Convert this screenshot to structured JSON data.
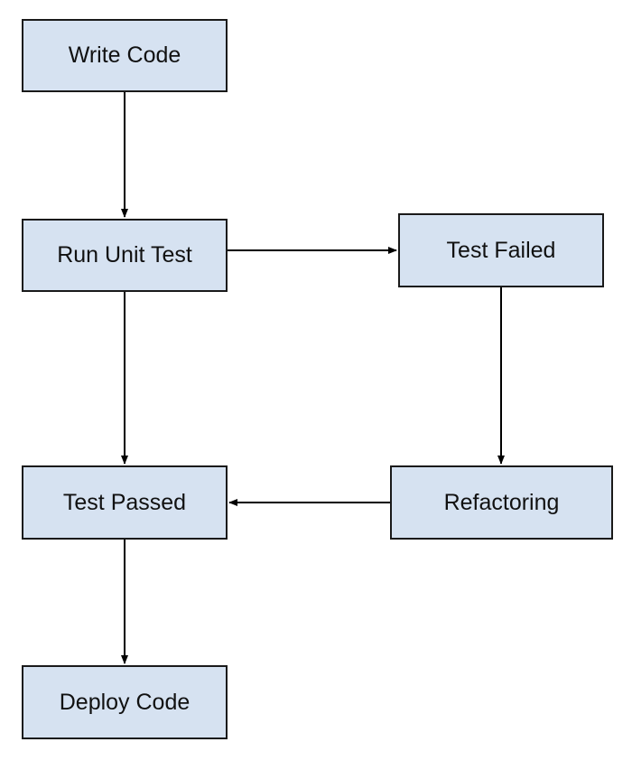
{
  "nodes": {
    "write_code": "Write Code",
    "run_unit_test": "Run Unit Test",
    "test_failed": "Test Failed",
    "test_passed": "Test Passed",
    "refactoring": "Refactoring",
    "deploy_code": "Deploy Code"
  },
  "edges": [
    {
      "from": "write_code",
      "to": "run_unit_test"
    },
    {
      "from": "run_unit_test",
      "to": "test_failed"
    },
    {
      "from": "run_unit_test",
      "to": "test_passed"
    },
    {
      "from": "test_failed",
      "to": "refactoring"
    },
    {
      "from": "refactoring",
      "to": "test_passed"
    },
    {
      "from": "test_passed",
      "to": "deploy_code"
    }
  ],
  "colors": {
    "node_fill": "#d6e2f1",
    "node_border": "#1a1a1a",
    "arrow": "#000000"
  }
}
